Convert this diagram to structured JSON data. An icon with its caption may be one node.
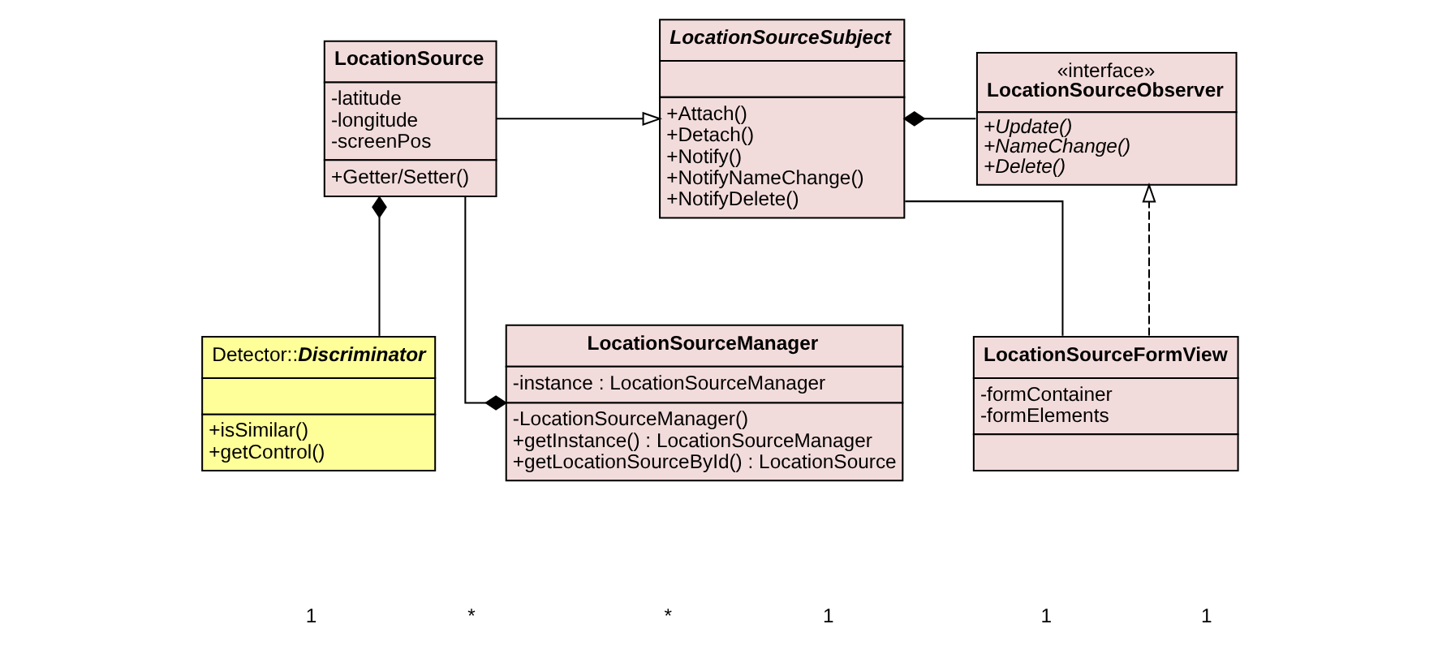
{
  "diagram": {
    "nodes": [
      {
        "text": [
          "LocationSource",
          "-latitude",
          "-longitude",
          "-screenPos",
          "+Getter/Setter()"
        ]
      },
      {
        "text": [
          "LocationSourceSubject",
          "+Attach()",
          "+Detach()",
          "+Notify()",
          "+NotifyNameChange()",
          "+NotifyDelete()"
        ]
      },
      {
        "text": [
          "«interface»",
          "LocationSourceObserver",
          "+Update()",
          "+NameChange()",
          "+Delete()"
        ]
      },
      {
        "text": [
          "Detector::Discriminator",
          "+isSimilar()",
          "+getControl()"
        ]
      },
      {
        "text": [
          "LocationSourceManager",
          "-instance : LocationSourceManager",
          "-LocationSourceManager()",
          "+getInstance() : LocationSourceManager",
          "+getLocationSourceById() : LocationSource"
        ]
      },
      {
        "text": [
          "LocationSourceFormView",
          "-formContainer",
          "-formElements"
        ]
      }
    ],
    "edges": [
      {
        "from": 0,
        "to": 1,
        "arrow": "to"
      },
      {
        "from": 1,
        "to": 2,
        "arrow": "other"
      },
      {
        "from": 0,
        "to": 3,
        "arrow": "other"
      },
      {
        "from": 4,
        "to": 0,
        "arrow": "other"
      },
      {
        "from": 1,
        "to": 5,
        "arrow": "none"
      },
      {
        "from": 5,
        "to": 2,
        "arrow": "to",
        "style": "dashed"
      }
    ],
    "labels": [
      "1",
      "*",
      "*",
      "1",
      "1",
      "1"
    ]
  }
}
